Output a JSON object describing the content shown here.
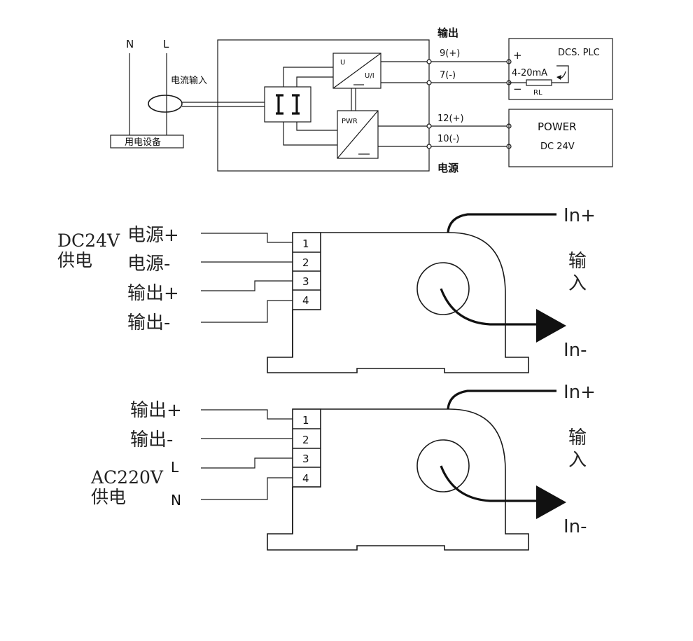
{
  "top": {
    "label_N": "N",
    "label_L": "L",
    "current_input": "电流输入",
    "load_device": "用电设备",
    "output_title": "输出",
    "power_title": "电源",
    "ui_block_u": "U",
    "ui_block_ui": "U/I",
    "pwr_block": "PWR",
    "term_9": "9(+)",
    "term_7": "7(-)",
    "term_12": "12(+)",
    "term_10": "10(-)",
    "dcs_title": "DCS. PLC",
    "dcs_plus": "+",
    "dcs_minus": "−",
    "dcs_signal": "4-20mA",
    "dcs_rl": "RL",
    "power_box_title": "POWER",
    "power_box_voltage": "DC 24V"
  },
  "middle": {
    "supply_line1": "DC24V",
    "supply_line2": "供电",
    "pin1_label": "电源+",
    "pin2_label": "电源-",
    "pin3_label": "输出+",
    "pin4_label": "输出-",
    "pins": [
      "1",
      "2",
      "3",
      "4"
    ],
    "in_plus": "In+",
    "in_minus": "In-",
    "input_line1": "输",
    "input_line2": "入"
  },
  "bottom": {
    "supply_line1": "AC220V",
    "supply_line2": "供电",
    "pin1_label": "输出+",
    "pin2_label": "输出-",
    "pin3_label": "L",
    "pin4_label": "N",
    "pins": [
      "1",
      "2",
      "3",
      "4"
    ],
    "in_plus": "In+",
    "in_minus": "In-",
    "input_line1": "输",
    "input_line2": "入"
  }
}
